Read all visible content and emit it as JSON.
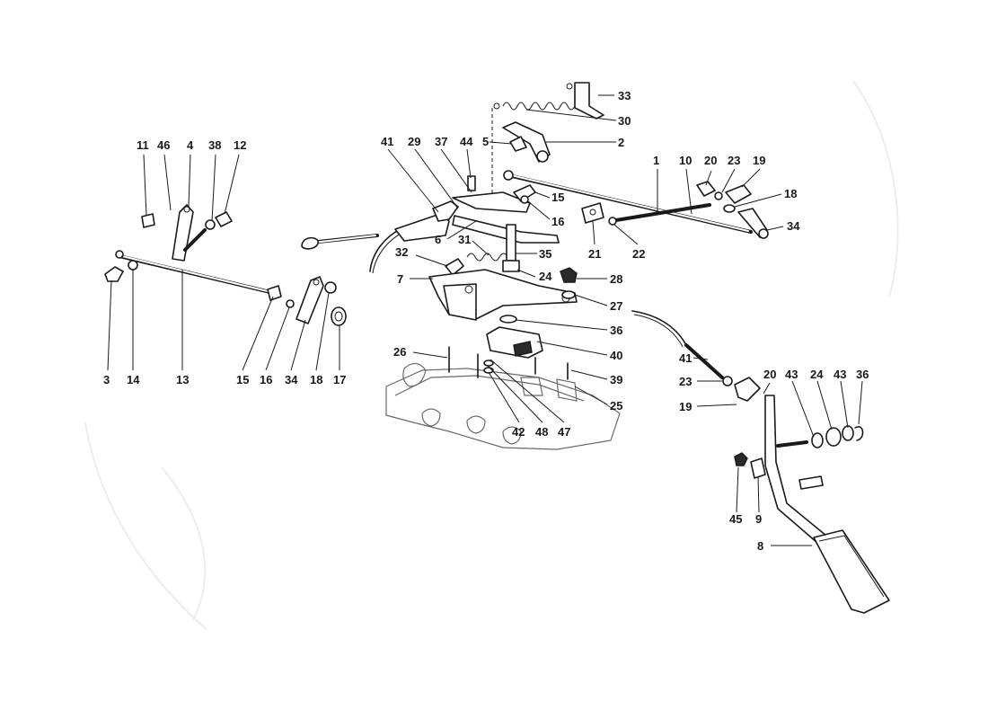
{
  "callouts": [
    {
      "id": "c11a",
      "text": "11"
    },
    {
      "id": "c46",
      "text": "46"
    },
    {
      "id": "c4",
      "text": "4"
    },
    {
      "id": "c38",
      "text": "38"
    },
    {
      "id": "c12",
      "text": "12"
    },
    {
      "id": "c3",
      "text": "3"
    },
    {
      "id": "c14",
      "text": "14"
    },
    {
      "id": "c13",
      "text": "13"
    },
    {
      "id": "c15a",
      "text": "15"
    },
    {
      "id": "c16a",
      "text": "16"
    },
    {
      "id": "c34a",
      "text": "34"
    },
    {
      "id": "c18a",
      "text": "18"
    },
    {
      "id": "c17",
      "text": "17"
    },
    {
      "id": "c41a",
      "text": "41"
    },
    {
      "id": "c29",
      "text": "29"
    },
    {
      "id": "c37",
      "text": "37"
    },
    {
      "id": "c44",
      "text": "44"
    },
    {
      "id": "c5",
      "text": "5"
    },
    {
      "id": "c2",
      "text": "2"
    },
    {
      "id": "c33",
      "text": "33"
    },
    {
      "id": "c30",
      "text": "30"
    },
    {
      "id": "c15b",
      "text": "15"
    },
    {
      "id": "c16b",
      "text": "16"
    },
    {
      "id": "c6",
      "text": "6"
    },
    {
      "id": "c31",
      "text": "31"
    },
    {
      "id": "c32",
      "text": "32"
    },
    {
      "id": "c35",
      "text": "35"
    },
    {
      "id": "c7",
      "text": "7"
    },
    {
      "id": "c24a",
      "text": "24"
    },
    {
      "id": "c28",
      "text": "28"
    },
    {
      "id": "c27",
      "text": "27"
    },
    {
      "id": "c36a",
      "text": "36"
    },
    {
      "id": "c40",
      "text": "40"
    },
    {
      "id": "c26",
      "text": "26"
    },
    {
      "id": "c39",
      "text": "39"
    },
    {
      "id": "c25",
      "text": "25"
    },
    {
      "id": "c42",
      "text": "42"
    },
    {
      "id": "c48",
      "text": "48"
    },
    {
      "id": "c47",
      "text": "47"
    },
    {
      "id": "c1",
      "text": "1"
    },
    {
      "id": "c10",
      "text": "10"
    },
    {
      "id": "c20a",
      "text": "20"
    },
    {
      "id": "c23a",
      "text": "23"
    },
    {
      "id": "c19a",
      "text": "19"
    },
    {
      "id": "c18b",
      "text": "18"
    },
    {
      "id": "c34b",
      "text": "34"
    },
    {
      "id": "c21",
      "text": "21"
    },
    {
      "id": "c22",
      "text": "22"
    },
    {
      "id": "c41b",
      "text": "41"
    },
    {
      "id": "c23b",
      "text": "23"
    },
    {
      "id": "c19b",
      "text": "19"
    },
    {
      "id": "c20b",
      "text": "20"
    },
    {
      "id": "c43a",
      "text": "43"
    },
    {
      "id": "c24b",
      "text": "24"
    },
    {
      "id": "c43b",
      "text": "43"
    },
    {
      "id": "c36b",
      "text": "36"
    },
    {
      "id": "c45",
      "text": "45"
    },
    {
      "id": "c9",
      "text": "9"
    },
    {
      "id": "c8",
      "text": "8"
    }
  ]
}
